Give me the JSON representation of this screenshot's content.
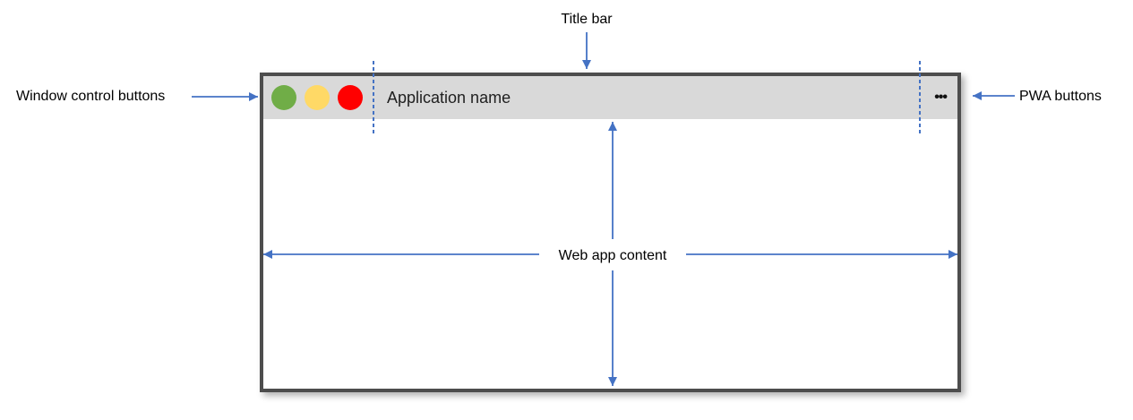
{
  "diagram": {
    "labels": {
      "title_bar": "Title bar",
      "window_controls": "Window control buttons",
      "pwa_buttons": "PWA buttons",
      "web_app_content": "Web app content"
    },
    "window": {
      "app_name": "Application name",
      "more_icon": "•••",
      "controls": [
        {
          "name": "green-control",
          "color": "#70AD47"
        },
        {
          "name": "yellow-control",
          "color": "#FFD966"
        },
        {
          "name": "red-control",
          "color": "#FF0000"
        }
      ]
    },
    "colors": {
      "arrow_blue": "#4472C4",
      "separator_blue": "#4472C4",
      "titlebar_gray": "#D9D9D9",
      "window_border_gray": "#4D4D4D",
      "control_green": "#70AD47",
      "control_yellow": "#FFD966",
      "control_red": "#FF0000",
      "more_icon_black": "#111111"
    }
  }
}
